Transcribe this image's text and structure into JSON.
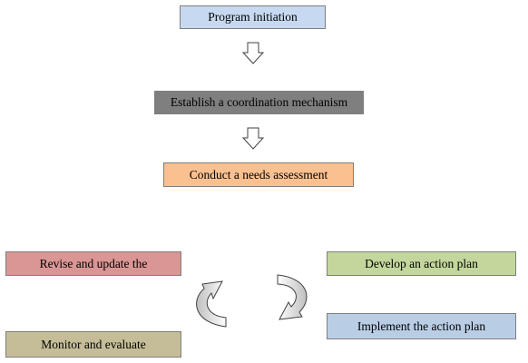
{
  "steps": {
    "program_initiation": "Program initiation",
    "coordination": "Establish a coordination mechanism",
    "needs_assessment": "Conduct a needs assessment",
    "develop_plan": "Develop an action plan",
    "implement_plan": "Implement the action plan",
    "monitor": "Monitor and evaluate",
    "revise": "Revise and update the"
  },
  "colors": {
    "program_initiation": "#c6d9f0",
    "coordination": "#7f7f7f",
    "needs_assessment": "#fac090",
    "develop_plan": "#c3d69b",
    "implement_plan": "#b9cde5",
    "monitor": "#c4bd97",
    "revise": "#da9694"
  }
}
